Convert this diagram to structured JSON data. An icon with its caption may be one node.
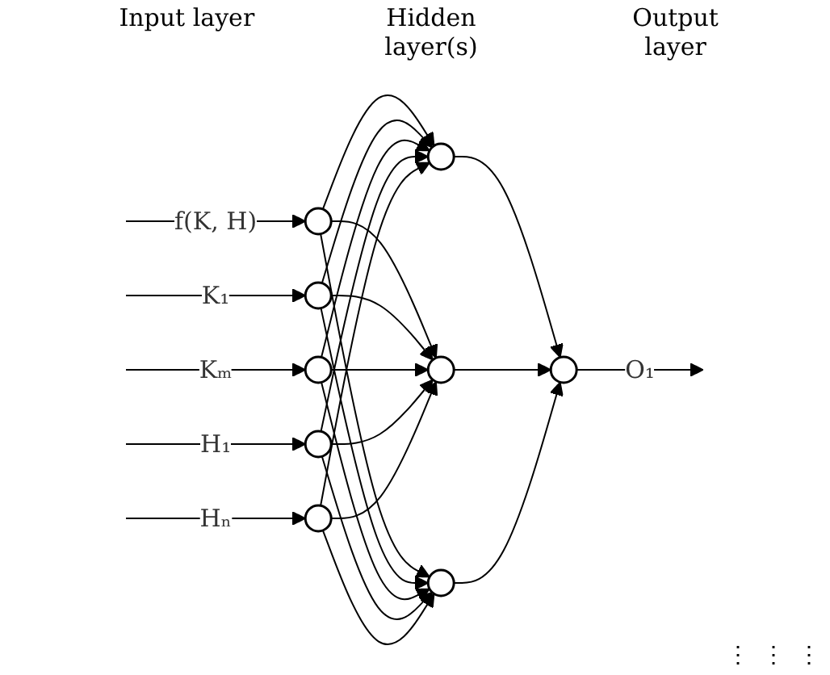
{
  "diagram": {
    "nodes": [
      {
        "text": [],
        "shape": "circle"
      },
      {
        "text": [],
        "shape": "circle"
      },
      {
        "text": [],
        "shape": "circle"
      },
      {
        "text": [],
        "shape": "circle"
      },
      {
        "text": [],
        "shape": "circle"
      },
      {
        "text": [],
        "shape": "circle"
      },
      {
        "text": [],
        "shape": "circle"
      },
      {
        "text": [],
        "shape": "circle"
      },
      {
        "text": [],
        "shape": "circle"
      }
    ],
    "edges": [
      {
        "from": null,
        "to": 0,
        "arrow": "to",
        "label": "f(K, H)"
      },
      {
        "from": null,
        "to": 1,
        "arrow": "to",
        "label": "K₁"
      },
      {
        "from": null,
        "to": 2,
        "arrow": "to",
        "label": "Kₘ"
      },
      {
        "from": null,
        "to": 3,
        "arrow": "to",
        "label": "H₁"
      },
      {
        "from": null,
        "to": 4,
        "arrow": "to",
        "label": "Hₙ"
      },
      {
        "from": 0,
        "to": 5,
        "arrow": "to"
      },
      {
        "from": 0,
        "to": 6,
        "arrow": "to"
      },
      {
        "from": 0,
        "to": 7,
        "arrow": "to"
      },
      {
        "from": 1,
        "to": 5,
        "arrow": "to"
      },
      {
        "from": 1,
        "to": 6,
        "arrow": "to"
      },
      {
        "from": 1,
        "to": 7,
        "arrow": "to"
      },
      {
        "from": 2,
        "to": 5,
        "arrow": "to"
      },
      {
        "from": 2,
        "to": 6,
        "arrow": "to"
      },
      {
        "from": 2,
        "to": 7,
        "arrow": "to"
      },
      {
        "from": 3,
        "to": 5,
        "arrow": "to"
      },
      {
        "from": 3,
        "to": 6,
        "arrow": "to"
      },
      {
        "from": 3,
        "to": 7,
        "arrow": "to"
      },
      {
        "from": 4,
        "to": 5,
        "arrow": "to"
      },
      {
        "from": 4,
        "to": 6,
        "arrow": "to"
      },
      {
        "from": 4,
        "to": 7,
        "arrow": "to"
      },
      {
        "from": 5,
        "to": 8,
        "arrow": "to"
      },
      {
        "from": 6,
        "to": 8,
        "arrow": "to"
      },
      {
        "from": 7,
        "to": 8,
        "arrow": "to"
      },
      {
        "from": 8,
        "to": null,
        "arrow": "to",
        "label": "O₁"
      }
    ],
    "labels": [
      "Input layer",
      "Hidden layer(s)",
      "Output layer",
      "⋮",
      "⋮",
      "⋮"
    ]
  }
}
